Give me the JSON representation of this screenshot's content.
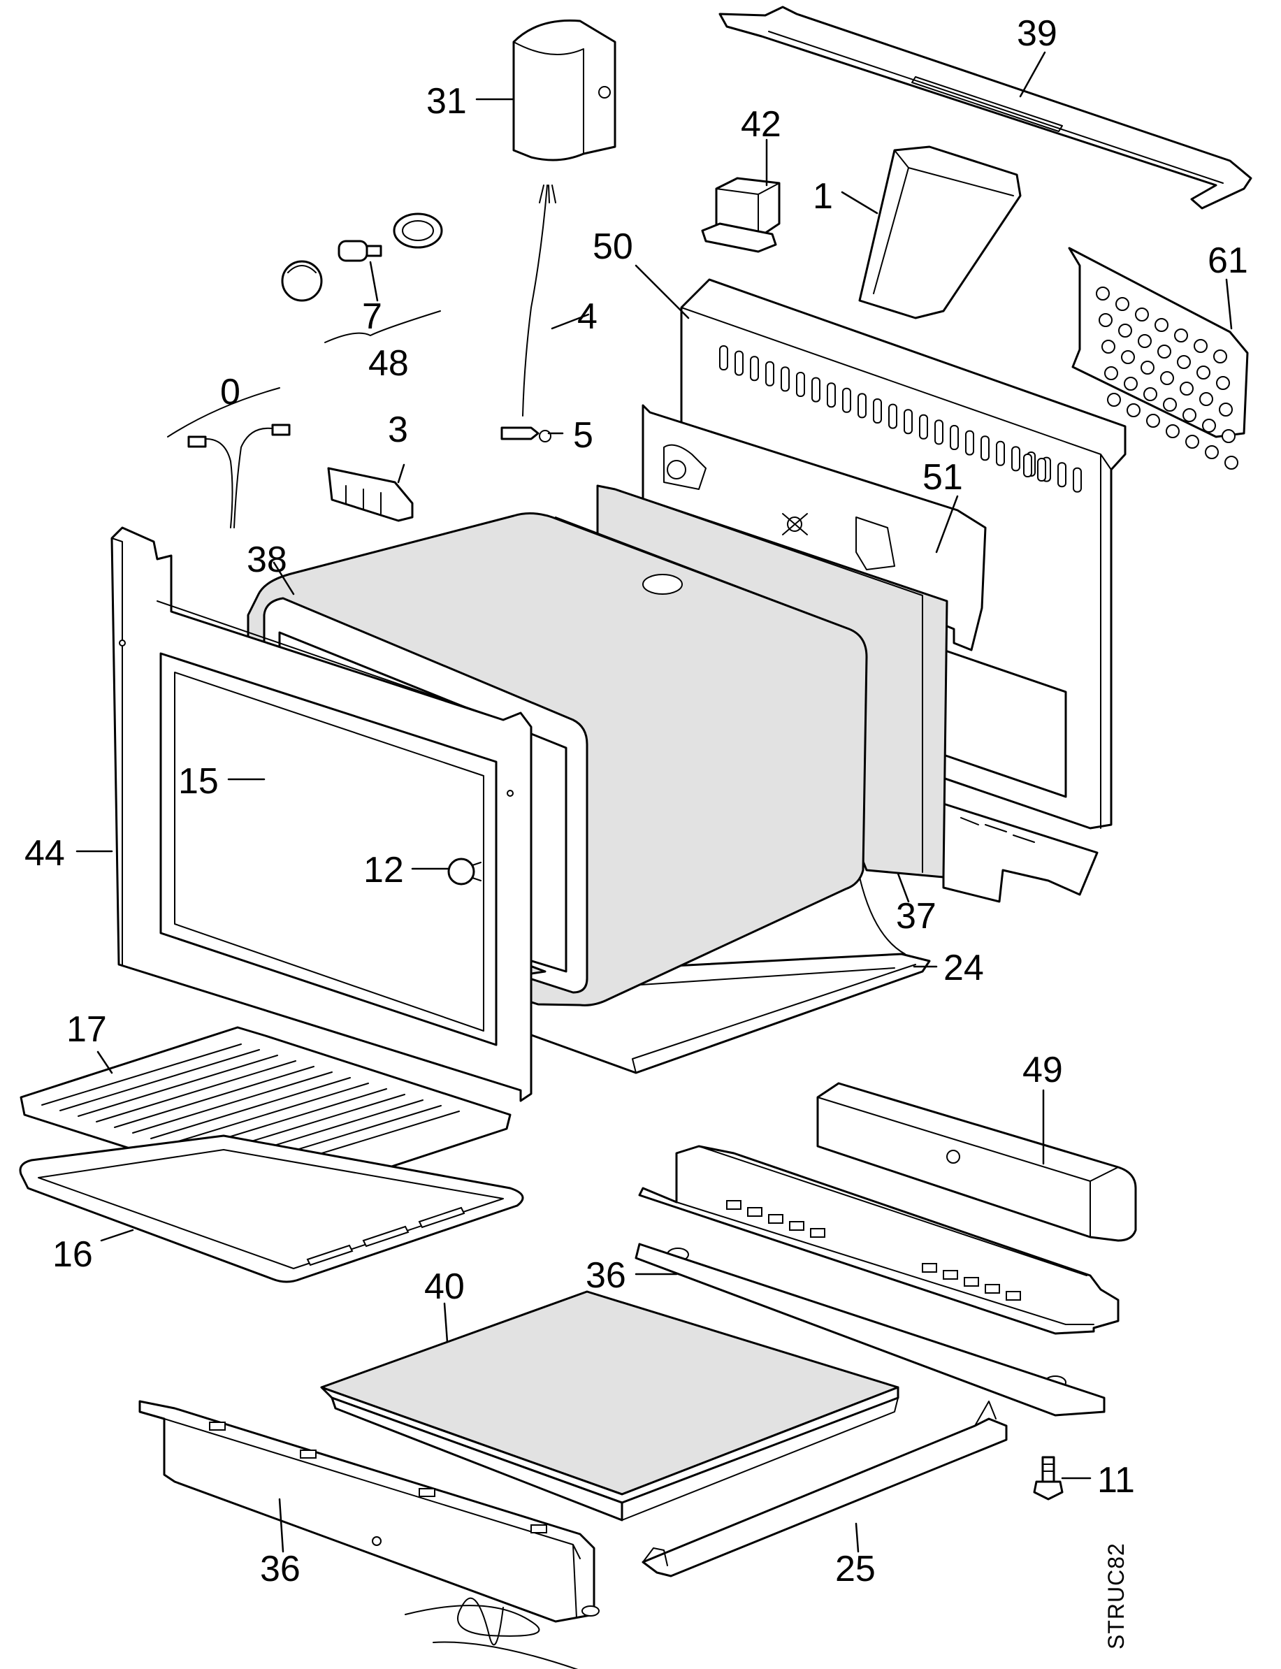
{
  "parts": [
    {
      "id": "p31",
      "label": "31"
    },
    {
      "id": "p39",
      "label": "39"
    },
    {
      "id": "p42",
      "label": "42"
    },
    {
      "id": "p1",
      "label": "1"
    },
    {
      "id": "p50",
      "label": "50"
    },
    {
      "id": "p61",
      "label": "61"
    },
    {
      "id": "p7",
      "label": "7"
    },
    {
      "id": "p48",
      "label": "48"
    },
    {
      "id": "p4",
      "label": "4"
    },
    {
      "id": "p0",
      "label": "0"
    },
    {
      "id": "p3",
      "label": "3"
    },
    {
      "id": "p5",
      "label": "5"
    },
    {
      "id": "p51",
      "label": "51"
    },
    {
      "id": "p38",
      "label": "38"
    },
    {
      "id": "p15",
      "label": "15"
    },
    {
      "id": "p44",
      "label": "44"
    },
    {
      "id": "p12",
      "label": "12"
    },
    {
      "id": "p37",
      "label": "37"
    },
    {
      "id": "p24",
      "label": "24"
    },
    {
      "id": "p17",
      "label": "17"
    },
    {
      "id": "p49",
      "label": "49"
    },
    {
      "id": "p36a",
      "label": "36"
    },
    {
      "id": "p16",
      "label": "16"
    },
    {
      "id": "p40",
      "label": "40"
    },
    {
      "id": "p11",
      "label": "11"
    },
    {
      "id": "p36b",
      "label": "36"
    },
    {
      "id": "p25",
      "label": "25"
    }
  ],
  "diagram_code": "STRUC82"
}
